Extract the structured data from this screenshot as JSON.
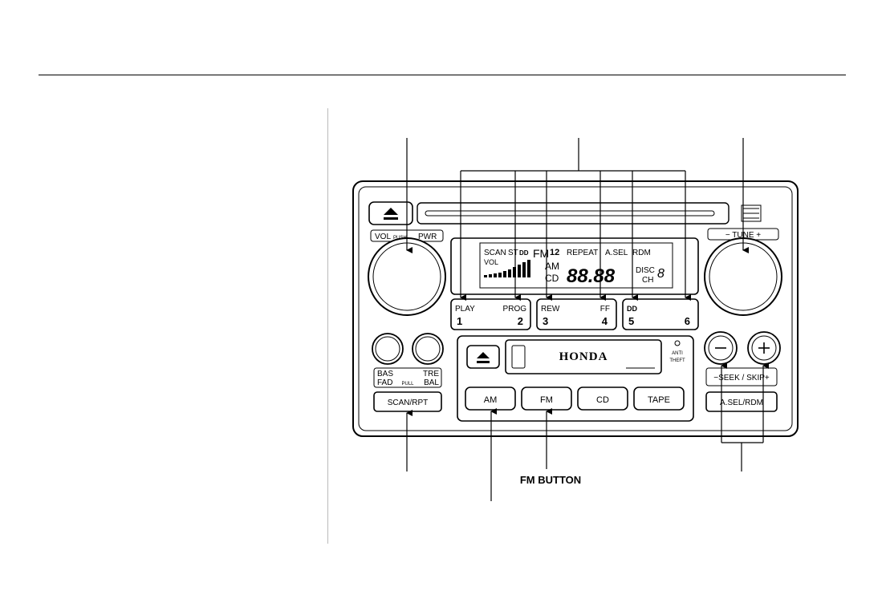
{
  "radio": {
    "vol_label": "VOL",
    "vol_push": "PUSH",
    "vol_pwr": "PWR",
    "tune_label": "− TUNE +",
    "display": {
      "scan": "SCAN",
      "st": "ST",
      "dolby": "DD",
      "band": "FM",
      "preset": "12",
      "repeat": "REPEAT",
      "asel": "A.SEL",
      "rdm": "RDM",
      "vol": "VOL",
      "am": "AM",
      "cd": "CD",
      "freq": "88.88",
      "disc": "DISC",
      "disc_num": "8",
      "ch": "CH"
    },
    "presets": [
      {
        "top": "PLAY",
        "num": "1"
      },
      {
        "top": "PROG",
        "num": "2"
      },
      {
        "top": "REW",
        "num": "3"
      },
      {
        "top": "FF",
        "num": "4"
      },
      {
        "top": "DD",
        "num": "5"
      },
      {
        "top": "",
        "num": "6"
      }
    ],
    "bas": "BAS",
    "tre": "TRE",
    "fad": "FAD",
    "pull": "PULL",
    "bal": "BAL",
    "scan_rpt": "SCAN/RPT",
    "brand": "HONDA",
    "anti": "ANTI",
    "theft": "THEFT",
    "am_btn": "AM",
    "fm_btn": "FM",
    "cd_btn": "CD",
    "tape_btn": "TAPE",
    "seek_skip": "−SEEK / SKIP+",
    "asel_rdm": "A.SEL/RDM"
  },
  "callouts": {
    "fm_button": "FM BUTTON"
  }
}
